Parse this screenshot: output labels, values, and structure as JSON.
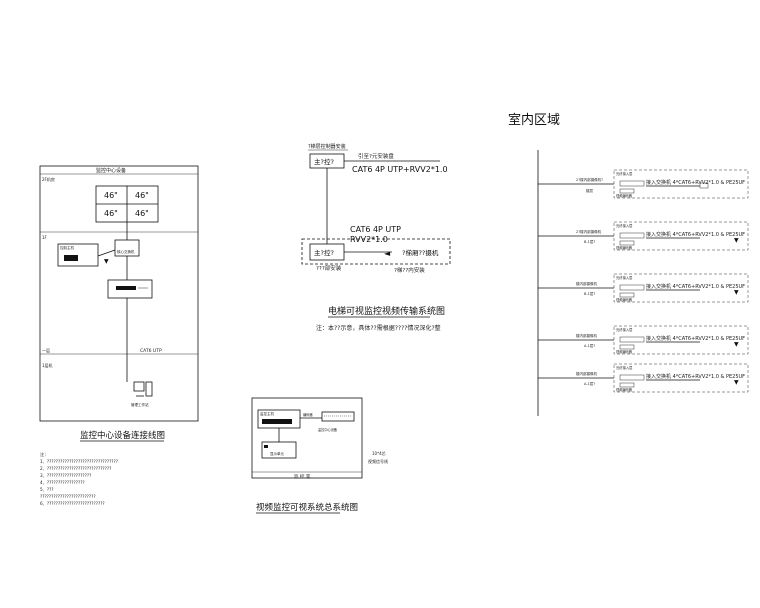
{
  "title_indoor": "室内区域",
  "left_panel": {
    "header": "监控中心设备",
    "section_top_label": "2F机房",
    "section_mid_label": "1F",
    "section_low_label": "一层",
    "section_bottom_label": "1层机",
    "monitor_labels": [
      "46\"",
      "46\"",
      "46\"",
      "46\""
    ],
    "server_label": "控制主机",
    "switch_label": "核心交换机",
    "cable_label": "CAT6 UTP",
    "workstation_label": "管理工作站",
    "caption": "监控中心设备连接线图",
    "notes": [
      "注：",
      "1、????????????????????????????????",
      "2、?????????????????????????????",
      "3、????????????????????",
      "4、?????????????????",
      "5、???",
      "?????????????????????????",
      "6、??????????????????????????"
    ]
  },
  "elevator": {
    "top_tag": "?梯层控制器安装",
    "box_top": "主?控?",
    "note_top": "引至?元安装盘",
    "cable_top": "CAT6 4P UTP+RVV2*1.0",
    "cable_mid1": "CAT6 4P UTP",
    "cable_mid2": "RVV2*1.0",
    "box_bottom_left": "主?控?",
    "box_bottom_right": "?梯厢??摄机",
    "sub_left": "???部安装",
    "sub_right": "?梯??内安装",
    "caption": "电梯可视监控视频传输系统图",
    "note": "注：本??示意，具体??需根据????情况深化?整"
  },
  "bottom": {
    "box_title": "监控主机",
    "label_a": "编码器",
    "label_b": "监控中心设备",
    "label_c": "显示单元",
    "side_note_1": "10*4芯",
    "side_note_2": "视频信号线",
    "caption": "视频监控可视系统总系统图",
    "footer": "监 控 室"
  },
  "right": {
    "floors": [
      {
        "name": "2?楼内部摄像机?",
        "sub": "楼层",
        "cable": "接入交换机 4*CAT6+RVV2*1.0 & PE25UF",
        "top": "光纤接入层"
      },
      {
        "name": "2?楼内部摄像机",
        "sub": "B-1层?",
        "cable": "接入交换机 4*CAT6+RVV2*1.0 & PE25UF",
        "top": "光纤接入层"
      },
      {
        "name": "楼内部摄像机",
        "sub": "B-1层?",
        "cable": "接入交换机 4*CAT6+RVV2*1.0 & PE25UF",
        "top": "光纤接入层"
      },
      {
        "name": "楼内部摄像机",
        "sub": "A-1层?",
        "cable": "接入交换机 4*CAT6+RVV2*1.0 & PE25UF",
        "top": "光纤接入层"
      },
      {
        "name": "楼内部摄像机",
        "sub": "A-1层?",
        "cable": "接入交换机 4*CAT6+RVV2*1.0 & PE25UF",
        "top": "光纤接入层"
      }
    ]
  }
}
